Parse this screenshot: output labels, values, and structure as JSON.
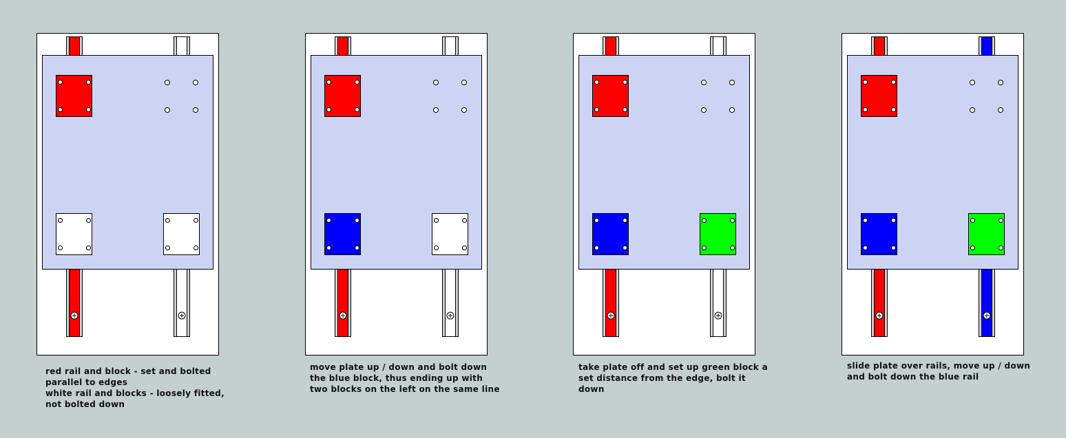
{
  "colors": {
    "background": "#c4cfd0",
    "plate": "#cdd3f3",
    "red": "#ff0000",
    "blue": "#0000ff",
    "green": "#00ff00",
    "white": "#ffffff",
    "rail_edge": "#d0d0d0"
  },
  "panels": [
    {
      "left_rail": "#ff0000",
      "right_rail": "#ffffff",
      "top_left_block": "#ff0000",
      "bottom_left_block": "#ffffff",
      "bottom_right_block": "#ffffff",
      "caption": [
        "red rail and block - set and bolted",
        "parallel to edges",
        "white rail and blocks - loosely fitted,",
        "not bolted down"
      ]
    },
    {
      "left_rail": "#ff0000",
      "right_rail": "#ffffff",
      "top_left_block": "#ff0000",
      "bottom_left_block": "#0000ff",
      "bottom_right_block": "#ffffff",
      "caption": [
        "move plate up / down and bolt down",
        "the blue block, thus ending up with",
        "two blocks on the left on the same line"
      ]
    },
    {
      "left_rail": "#ff0000",
      "right_rail": "#ffffff",
      "top_left_block": "#ff0000",
      "bottom_left_block": "#0000ff",
      "bottom_right_block": "#00ff00",
      "caption": [
        "take plate off and set up green block a",
        "set distance from the edge, bolt it",
        "down"
      ]
    },
    {
      "left_rail": "#ff0000",
      "right_rail": "#0000ff",
      "top_left_block": "#ff0000",
      "bottom_left_block": "#0000ff",
      "bottom_right_block": "#00ff00",
      "caption": [
        "slide plate over rails, move up / down",
        "and bolt down the blue rail"
      ]
    }
  ]
}
